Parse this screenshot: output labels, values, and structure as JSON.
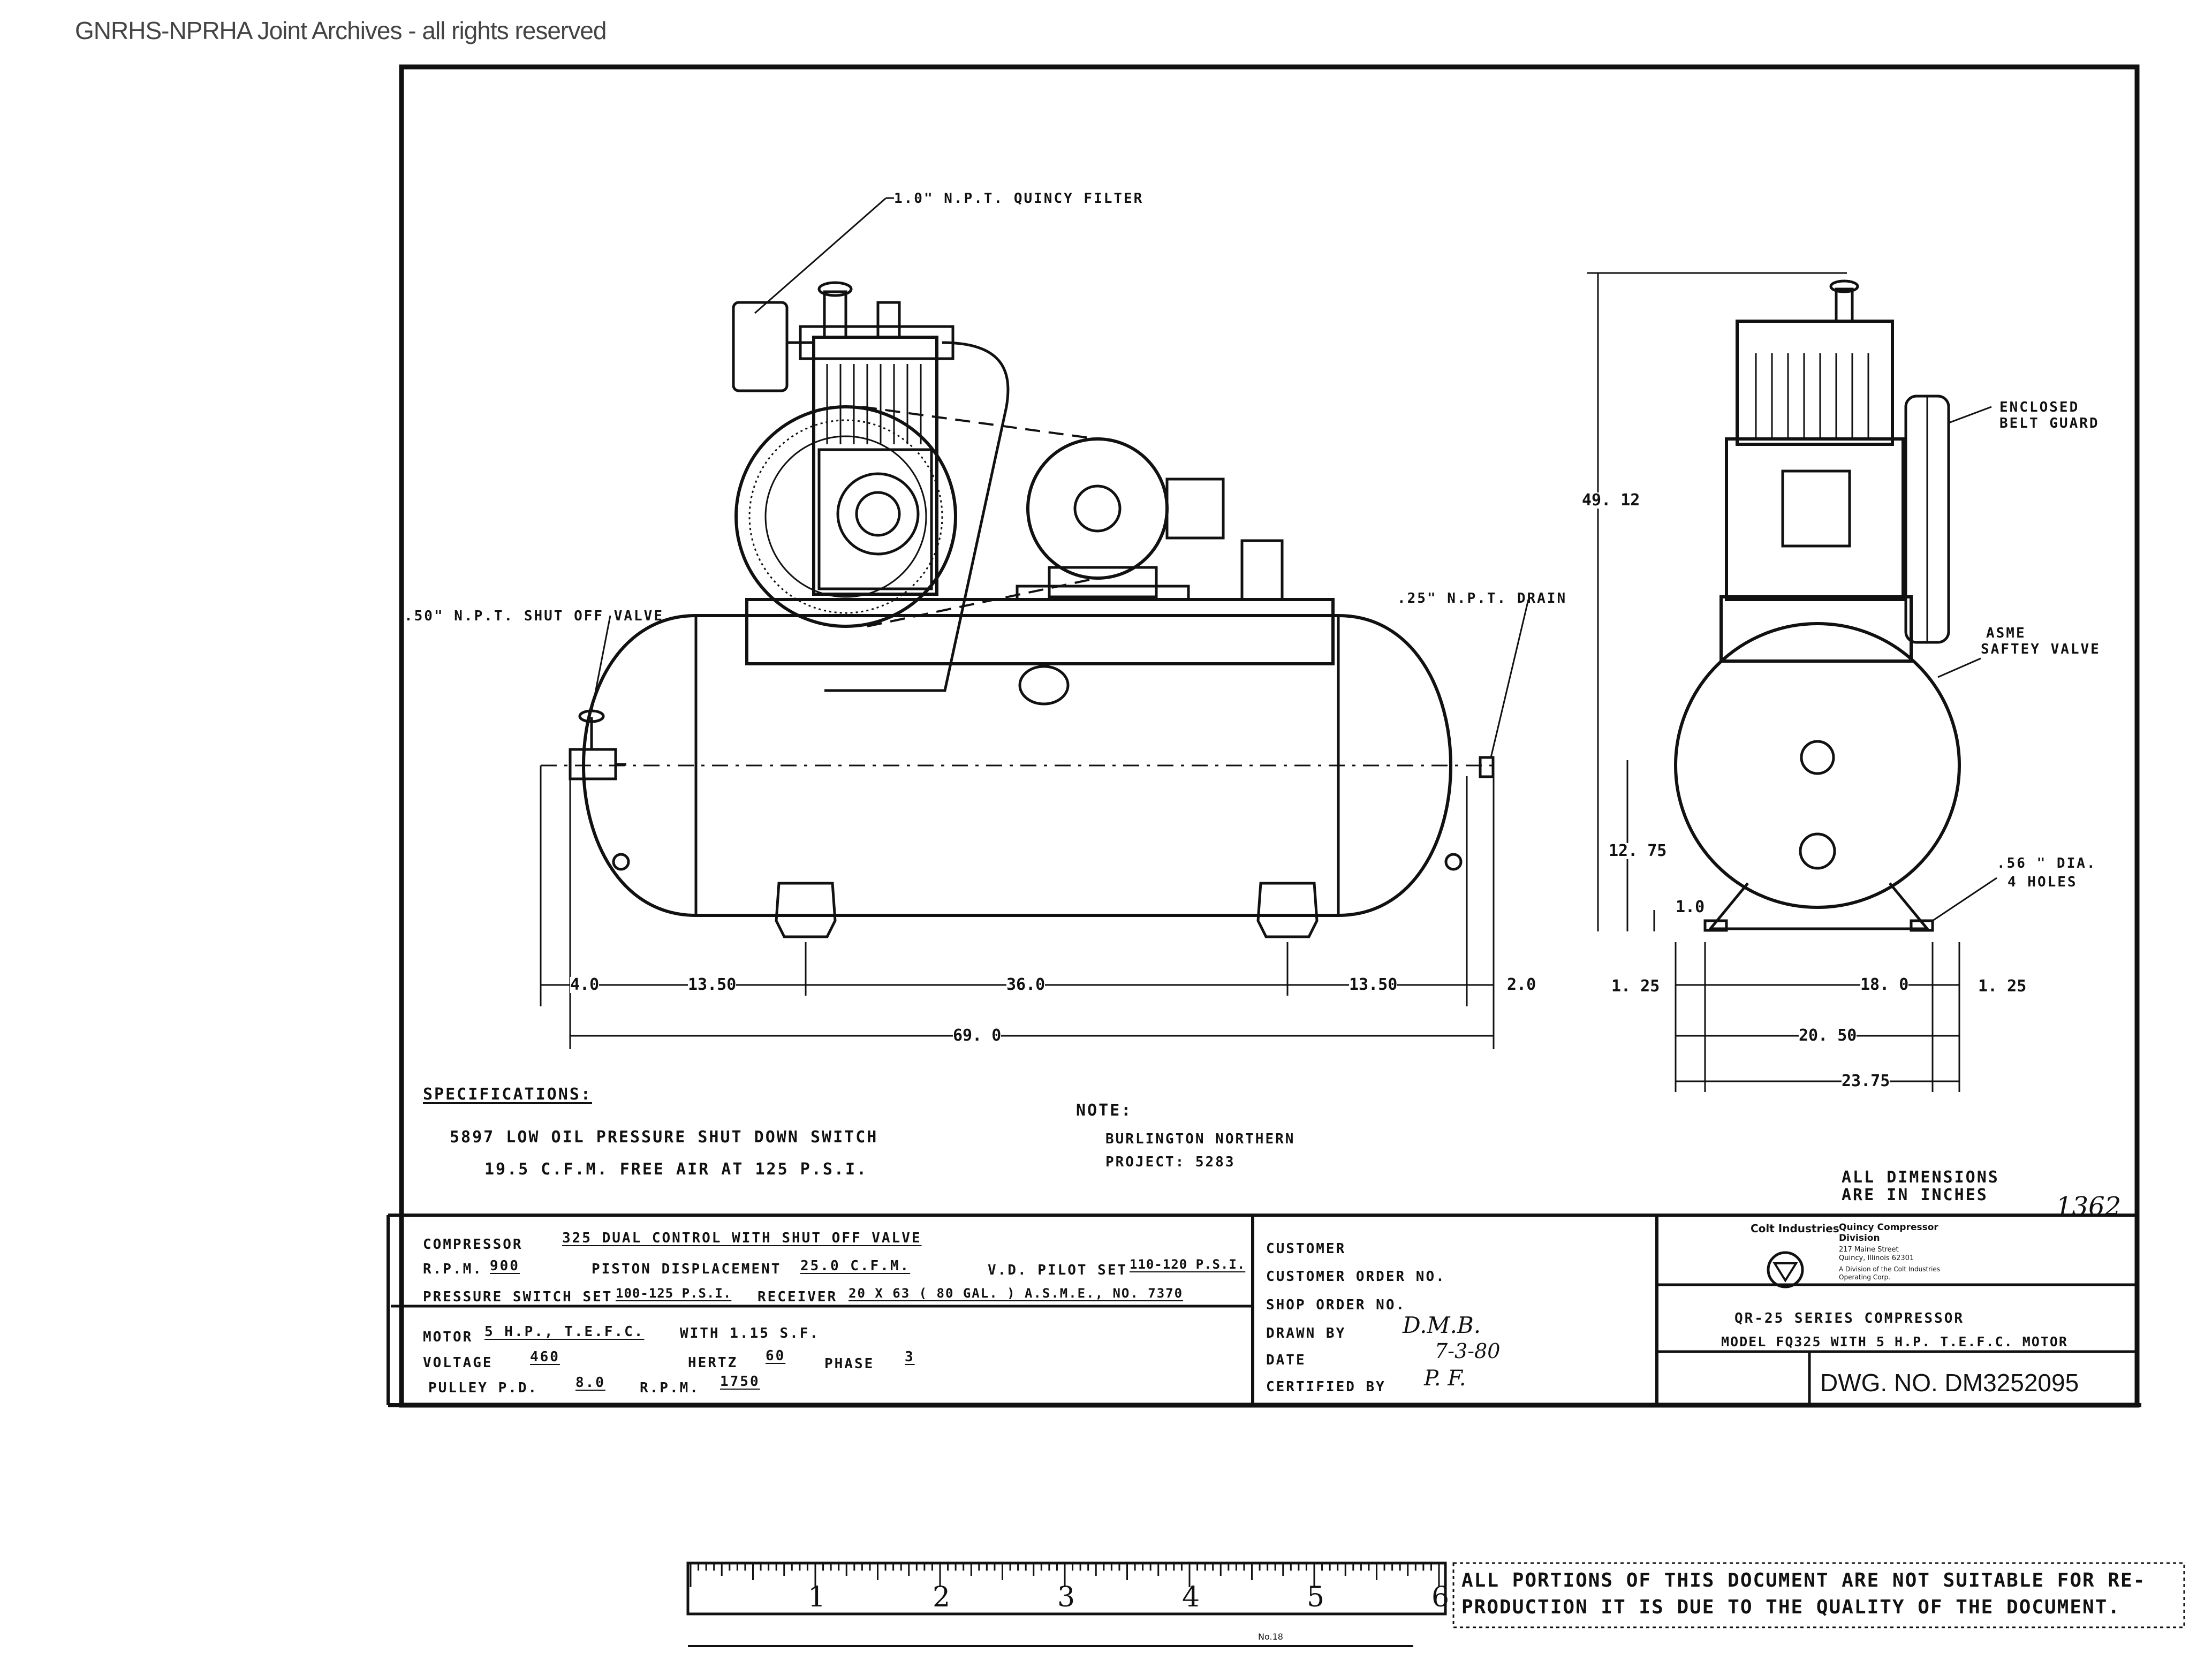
{
  "watermark": "GNRHS-NPRHA Joint Archives - all rights reserved",
  "callouts": {
    "filter": "1.0\" N.P.T. QUINCY FILTER",
    "shutoff_valve": ".50\" N.P.T. SHUT OFF VALVE",
    "drain": ".25\" N.P.T. DRAIN",
    "belt_guard_line1": "ENCLOSED",
    "belt_guard_line2": "BELT GUARD",
    "safety_valve_line1": "ASME",
    "safety_valve_line2": "SAFTEY VALVE",
    "holes_line1": ".56 \" DIA.",
    "holes_line2": "4 HOLES"
  },
  "dimensions": {
    "left_4_0": "4.0",
    "left_13_50": "13.50",
    "center_36_0": "36.0",
    "right_13_50": "13.50",
    "right_2_0": "2.0",
    "overall_69_0": "69. 0",
    "height_49_12": "49. 12",
    "height_12_75": "12. 75",
    "height_1_0": "1.0",
    "side_1_25_left": "1. 25",
    "side_18_0": "18. 0",
    "side_1_25_right": "1. 25",
    "side_20_50": "20. 50",
    "side_23_75": "23.75"
  },
  "specifications": {
    "heading": "SPECIFICATIONS:",
    "line1": "5897 LOW OIL PRESSURE SHUT DOWN SWITCH",
    "line2": "19.5 C.F.M. FREE AIR AT 125 P.S.I."
  },
  "note": {
    "heading": "NOTE:",
    "line1": "BURLINGTON NORTHERN",
    "line2": "PROJECT: 5283"
  },
  "all_dimensions": {
    "line1": "ALL DIMENSIONS",
    "line2": "ARE IN INCHES"
  },
  "sheet_number": "1362",
  "title_block": {
    "compressor_label": "COMPRESSOR",
    "compressor_value": "325 DUAL CONTROL WITH SHUT OFF VALVE",
    "rpm_label": "R.P.M.",
    "rpm_value": "900",
    "piston_label": "PISTON DISPLACEMENT",
    "piston_value": "25.0 C.F.M.",
    "pilot_label": "V.D. PILOT SET",
    "pilot_value": "110-120 P.S.I.",
    "switch_label": "PRESSURE SWITCH SET",
    "switch_value": "100-125 P.S.I.",
    "receiver_label": "RECEIVER",
    "receiver_value": "20 X 63 ( 80 GAL. ) A.S.M.E., NO. 7370",
    "motor_label": "MOTOR",
    "motor_value": "5 H.P., T.E.F.C.",
    "sf_value": "WITH 1.15 S.F.",
    "voltage_label": "VOLTAGE",
    "voltage_value": "460",
    "hertz_label": "HERTZ",
    "hertz_value": "60",
    "phase_label": "PHASE",
    "phase_value": "3",
    "pulley_label": "PULLEY P.D.",
    "pulley_value": "8.0",
    "pulley_rpm_label": "R.P.M.",
    "pulley_rpm_value": "1750",
    "customer_label": "CUSTOMER",
    "customer_order_label": "CUSTOMER ORDER NO.",
    "shop_order_label": "SHOP ORDER NO.",
    "drawn_by_label": "DRAWN BY",
    "drawn_by_value": "D.M.B.",
    "date_label": "DATE",
    "date_value": "7-3-80",
    "certified_label": "CERTIFIED BY",
    "certified_value": "P. F.",
    "company_brand": "Colt Industries",
    "company_line1": "Quincy Compressor",
    "company_line2": "Division",
    "company_line3": "217 Maine Street",
    "company_line4": "Quincy, Illinois 62301",
    "company_line5": "A Division of the Colt Industries",
    "company_line6": "Operating Corp.",
    "series_title": "QR-25 SERIES COMPRESSOR",
    "model_title": "MODEL FQ325 WITH 5 H.P. T.E.F.C. MOTOR",
    "dwg_number": "DWG. NO. DM3252095"
  },
  "ruler": {
    "numbers": [
      "1",
      "2",
      "3",
      "4",
      "5",
      "6"
    ],
    "maker": "No.18"
  },
  "disclaimer": {
    "line1": "ALL PORTIONS OF THIS DOCUMENT ARE NOT SUITABLE FOR RE-",
    "line2": "PRODUCTION IT IS DUE TO THE QUALITY OF THE DOCUMENT."
  }
}
